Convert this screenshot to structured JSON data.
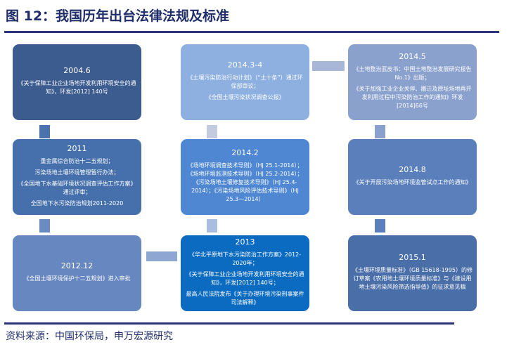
{
  "title": "图 12：我国历年出台法律法规及标准",
  "source": "资料来源：中国环保局，申万宏源研究",
  "boxes": {
    "b2004": {
      "year": "2004.6",
      "lines": [
        "《关于保障工业企业场地开发利用环境安全的通知》，环发[2012] 140号"
      ]
    },
    "b2011": {
      "year": "2011",
      "lines": [
        "重金属综合防治十二五规划；",
        "污染场地土壤环境管理暂行办法；",
        "《全国地下水基础环境状况调查评估工作方案》通过评审；",
        "全国地下水污染防治规划2011-2020"
      ]
    },
    "b201212": {
      "year": "2012.12",
      "lines": [
        "《全国土壤环境保护十二五规划》进入审批"
      ]
    },
    "b201434": {
      "year": "2014.3-4",
      "lines": [
        "《土壤污染防治行动计划》（“土十条”）通过环保部审议；",
        "《全国土壤污染状况调查公报》"
      ]
    },
    "b20142": {
      "year": "2014.2",
      "lines": [
        "《场地环境调查技术导则》（HJ 25.1-2014）；《场地环境监测技术导则》（HJ 25.2-2014）；《污染场地土壤修复技术导则》（HJ 25.4-2014）；《污染场地风险评估技术导则》（HJ 25.3—2014）"
      ]
    },
    "b2013": {
      "year": "2013",
      "lines": [
        "《华北平原地下水污染防治工作方案》2012-2020年；",
        "《关于保障工业企业场地开发利用环境安全的通知》，环发[2012] 140号；",
        "最高人民法院发布《关于办理环境污染刑事案件司法解释》"
      ]
    },
    "b20145": {
      "year": "2014.5",
      "lines": [
        "《土地整治蓝皮书：中国土地整治发展研究报告 No.1》出版；",
        "《关于加强工业企业关停、搬迁及原址场地再开发利用过程中污染防治工作的通知》环发[2014]66号"
      ]
    },
    "b20148": {
      "year": "2014.8",
      "lines": [
        "《关于开展污染场地环境监管试点工作的通知》"
      ]
    },
    "b20151": {
      "year": "2015.1",
      "lines": [
        "《土壤环境质量标准》（GB 15618-1995）的修订草案《农用地土壤环境质量标准》与《建设用地土壤污染风险筛选指导值》的征求意见稿"
      ]
    }
  }
}
